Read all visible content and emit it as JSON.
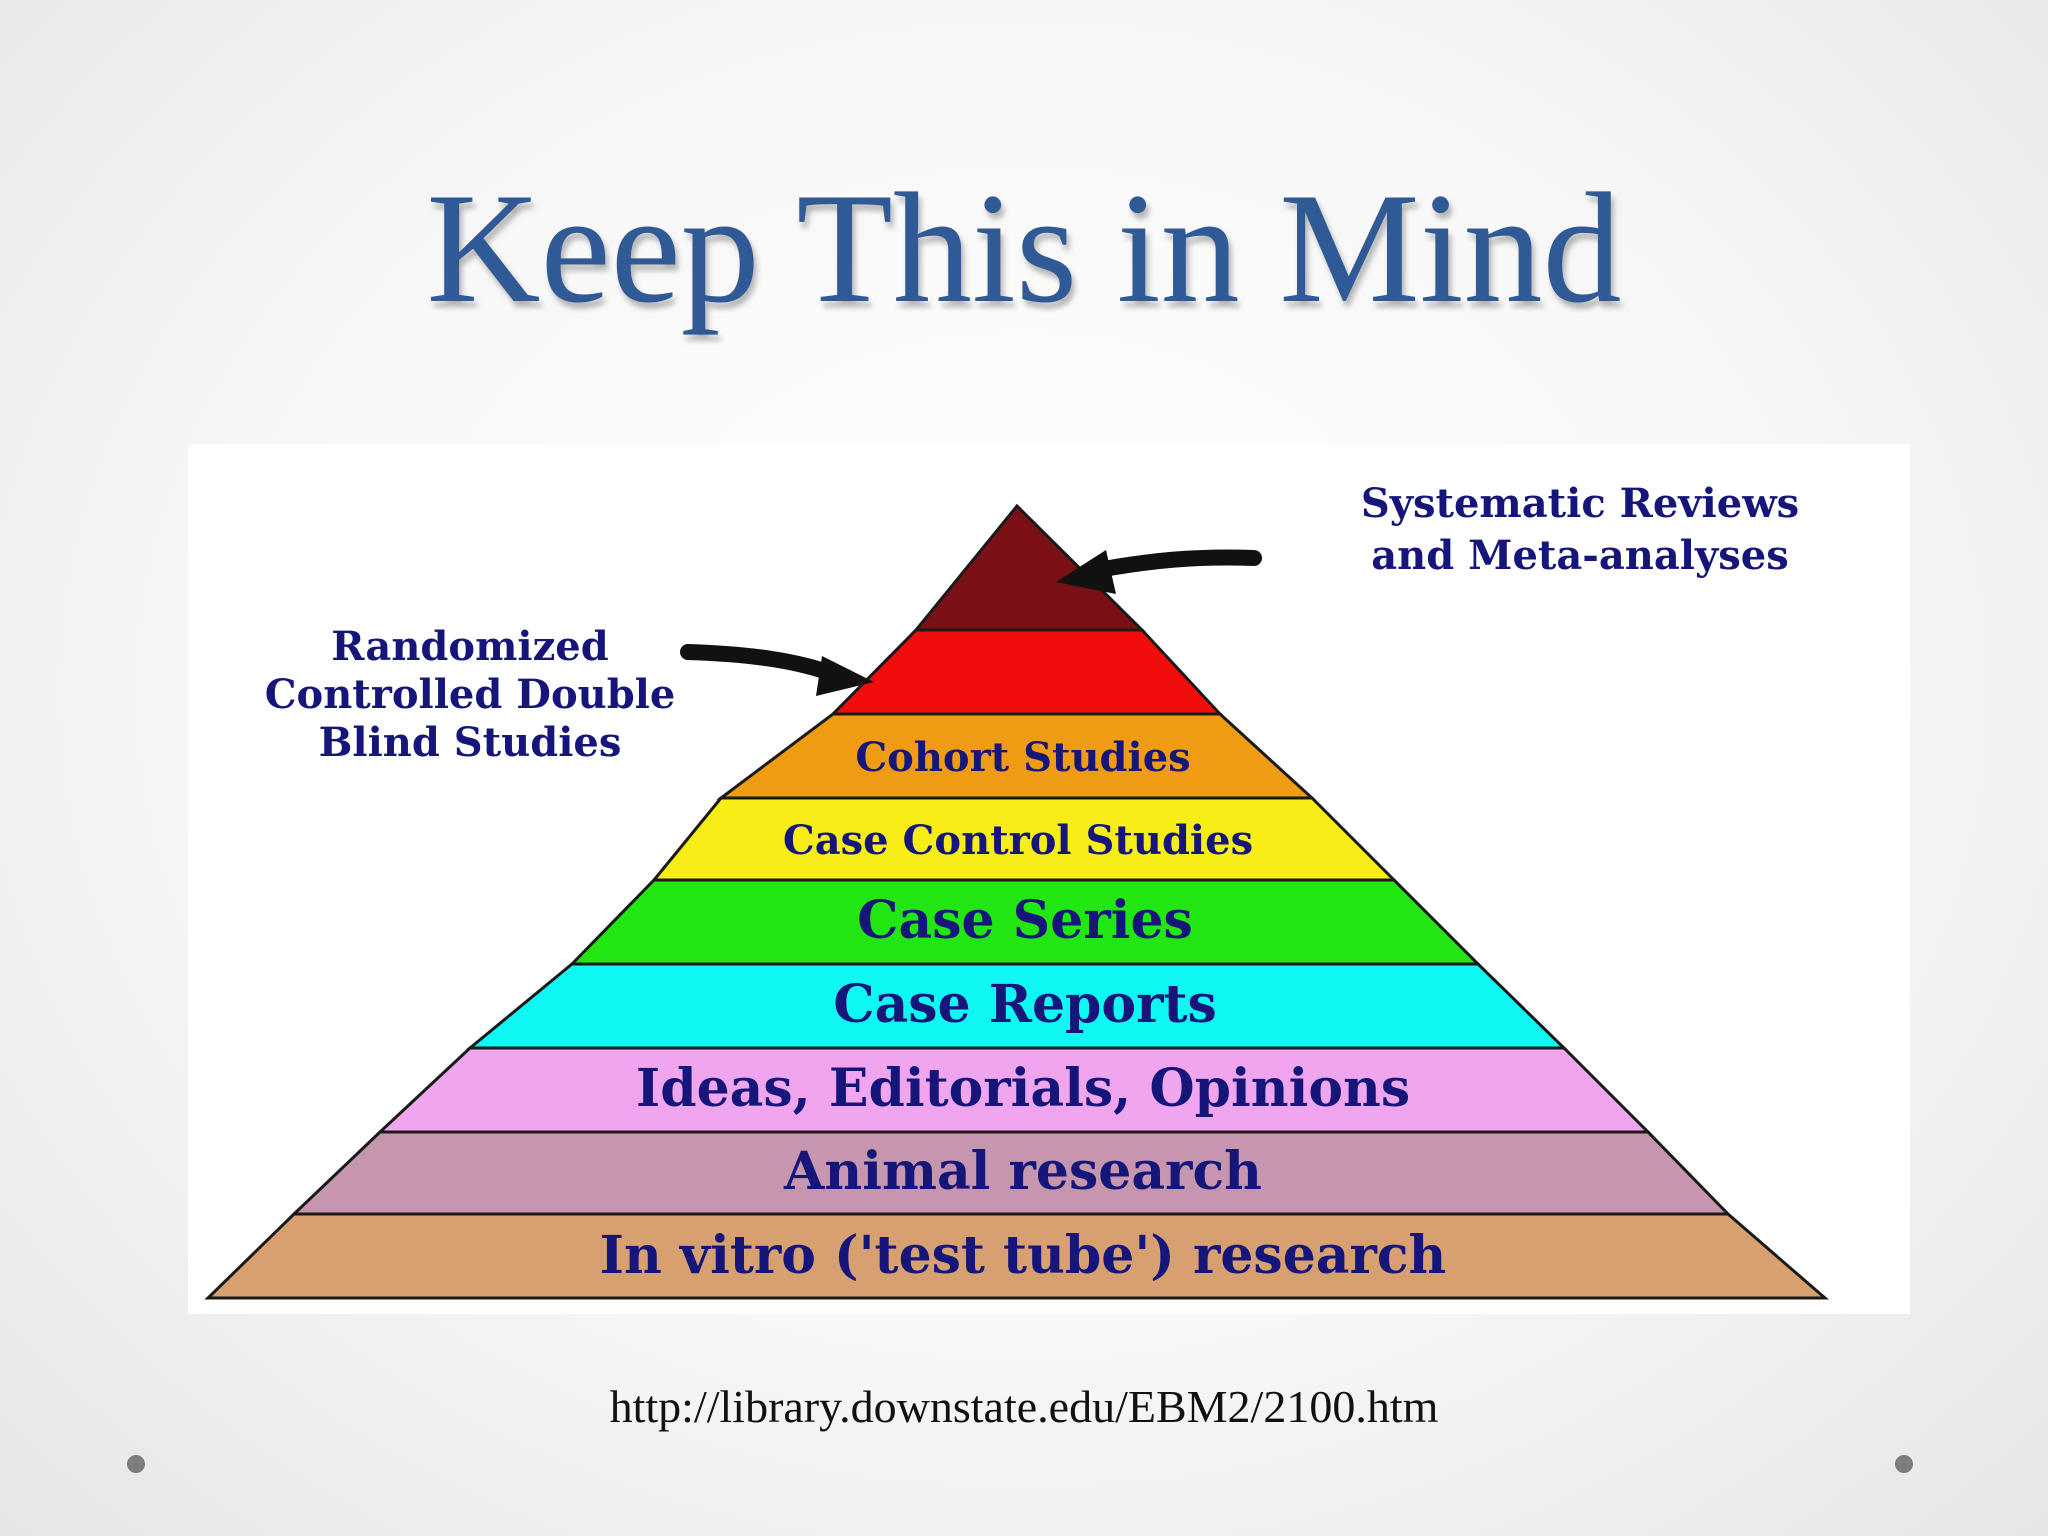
{
  "slide": {
    "title": "Keep This in Mind",
    "source_url": "http://library.downstate.edu/EBM2/2100.htm"
  },
  "pyramid": {
    "tiers": [
      {
        "label": "",
        "color": "#7a1016"
      },
      {
        "label": "",
        "color": "#f20d0d"
      },
      {
        "label": "Cohort Studies",
        "color": "#ef9b14"
      },
      {
        "label": "Case Control Studies",
        "color": "#f6ee16"
      },
      {
        "label": "Case Series",
        "color": "#22e612"
      },
      {
        "label": "Case Reports",
        "color": "#0ff7f3"
      },
      {
        "label": "Ideas, Editorials, Opinions",
        "color": "#f0a6ee"
      },
      {
        "label": "Animal research",
        "color": "#c596ae"
      },
      {
        "label": "In vitro ('test tube') research",
        "color": "#d6a071"
      }
    ],
    "callouts": {
      "top": {
        "lines": [
          "Systematic Reviews",
          "and Meta-analyses"
        ]
      },
      "second": {
        "lines": [
          "Randomized",
          "Controlled Double",
          "Blind Studies"
        ]
      }
    }
  }
}
